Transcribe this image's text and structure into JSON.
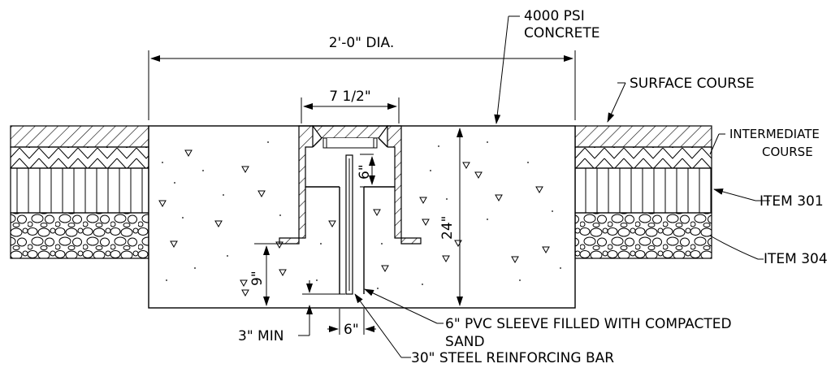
{
  "labels": {
    "diameter": "2'-0\" DIA.",
    "concrete_line1": "4000 PSI",
    "concrete_line2": "CONCRETE",
    "width_7_5": "7 1/2\"",
    "surface_course": "SURFACE COURSE",
    "intermediate_line1": "INTERMEDIATE",
    "intermediate_line2": "COURSE",
    "item_301": "ITEM 301",
    "item_304": "ITEM 304",
    "dim_6_top": "6\"",
    "dim_24": "24\"",
    "dim_9": "9\"",
    "min_3": "3\" MIN",
    "dim_6_bottom": "6\"",
    "pvc_line1": "6\" PVC SLEEVE FILLED WITH COMPACTED",
    "pvc_line2": "SAND",
    "steel_bar": "30\" STEEL REINFORCING BAR"
  }
}
